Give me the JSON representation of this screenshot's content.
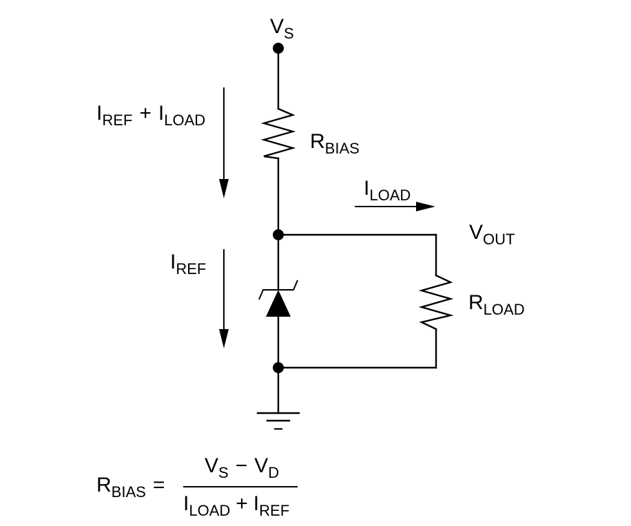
{
  "labels": {
    "vs": {
      "main": "V",
      "sub": "S"
    },
    "rbias": {
      "main": "R",
      "sub": "BIAS"
    },
    "iref_plus_iload": {
      "main1": "I",
      "sub1": "REF",
      "plus": "+",
      "main2": "I",
      "sub2": "LOAD"
    },
    "iload_arrow": {
      "main": "I",
      "sub": "LOAD"
    },
    "vout": {
      "main": "V",
      "sub": "OUT"
    },
    "rload": {
      "main": "R",
      "sub": "LOAD"
    },
    "iref": {
      "main": "I",
      "sub": "REF"
    },
    "ground_minus": "–"
  },
  "formula": {
    "lhs_main": "R",
    "lhs_sub": "BIAS",
    "equals": "=",
    "num_v1": "V",
    "num_s1": "S",
    "num_minus": "−",
    "num_v2": "V",
    "num_s2": "D",
    "den_i1": "I",
    "den_s1": "LOAD",
    "den_plus": "+",
    "den_i2": "I",
    "den_s2": "REF"
  },
  "colors": {
    "ink": "#000000",
    "background": "#ffffff"
  }
}
